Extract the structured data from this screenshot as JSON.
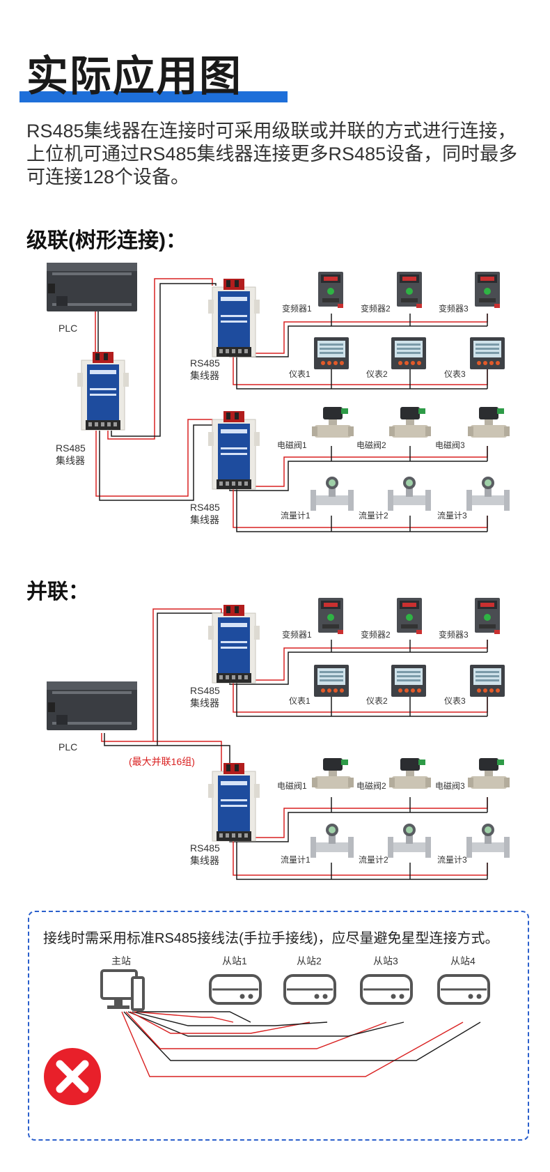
{
  "page_title": "实际应用图",
  "intro_text": "RS485集线器在连接时可采用级联或并联的方式进行连接，上位机可通过RS485集线器连接更多RS485设备，同时最多可连接128个设备。",
  "cascade_heading": "级联(树形连接)：",
  "parallel_heading": "并联：",
  "plc_label": "PLC",
  "hub_label_line1": "RS485",
  "hub_label_line2": "集线器",
  "devices": {
    "inverters": [
      "变频器1",
      "变频器2",
      "变频器3"
    ],
    "meters": [
      "仪表1",
      "仪表2",
      "仪表3"
    ],
    "valves": [
      "电磁阀1",
      "电磁阀2",
      "电磁阀3"
    ],
    "flowmeters": [
      "流量计1",
      "流量计2",
      "流量计3"
    ]
  },
  "parallel_note": "(最大并联16组)",
  "wiring_notice": "接线时需采用标准RS485接线法(手拉手接线)，应尽量避免星型连接方式。",
  "master_label": "主站",
  "slave_labels": [
    "从站1",
    "从站2",
    "从站3",
    "从站4"
  ],
  "colors": {
    "accent": "#1e6fd9",
    "wire_red": "#d92020",
    "wire_black": "#1a1a1a",
    "wrong_red": "#e8202a"
  }
}
